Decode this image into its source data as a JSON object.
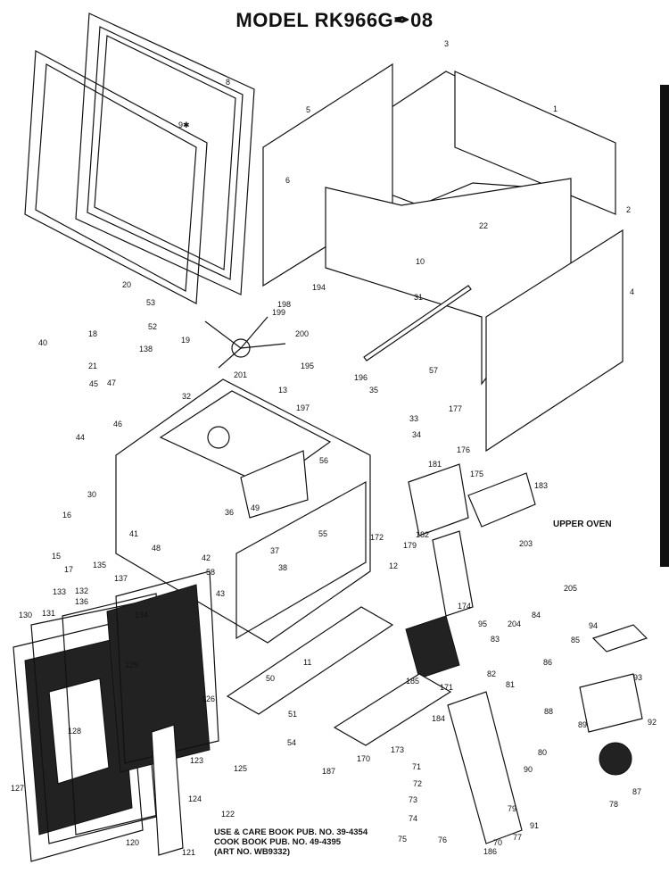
{
  "title": "MODEL  RK966G✒08",
  "section_label": "UPPER OVEN",
  "footnotes": [
    "USE & CARE BOOK PUB. NO. 39-4354",
    "COOK BOOK PUB. NO. 49-4395",
    "(ART NO. WB9332)"
  ],
  "part_numbers": [
    "1",
    "2",
    "3",
    "4",
    "5",
    "6",
    "8",
    "9✱",
    "10",
    "11",
    "12",
    "13",
    "15",
    "16",
    "17",
    "18",
    "19",
    "20",
    "21",
    "22",
    "30",
    "31",
    "32",
    "33",
    "34",
    "35",
    "36",
    "37",
    "38",
    "40",
    "41",
    "42",
    "43",
    "44",
    "45",
    "46",
    "47",
    "48",
    "49",
    "50",
    "51",
    "52",
    "53",
    "54",
    "55",
    "56",
    "57",
    "58",
    "70",
    "71",
    "72",
    "73",
    "74",
    "75",
    "76",
    "77",
    "78",
    "79",
    "80",
    "81",
    "82",
    "83",
    "84",
    "85",
    "86",
    "87",
    "88",
    "89",
    "90",
    "91",
    "92",
    "93",
    "94",
    "95",
    "120",
    "121",
    "122",
    "123",
    "124",
    "125",
    "126",
    "127",
    "128",
    "129",
    "130",
    "131",
    "132",
    "133",
    "134",
    "135",
    "136",
    "137",
    "138",
    "170",
    "171",
    "172",
    "173",
    "174",
    "175",
    "176",
    "177",
    "179",
    "181",
    "182",
    "183",
    "184",
    "185",
    "186",
    "187",
    "194",
    "195",
    "196",
    "197",
    "198",
    "199",
    "200",
    "201",
    "203",
    "204",
    "205"
  ],
  "colors": {
    "ink": "#111111",
    "paper": "#ffffff"
  }
}
